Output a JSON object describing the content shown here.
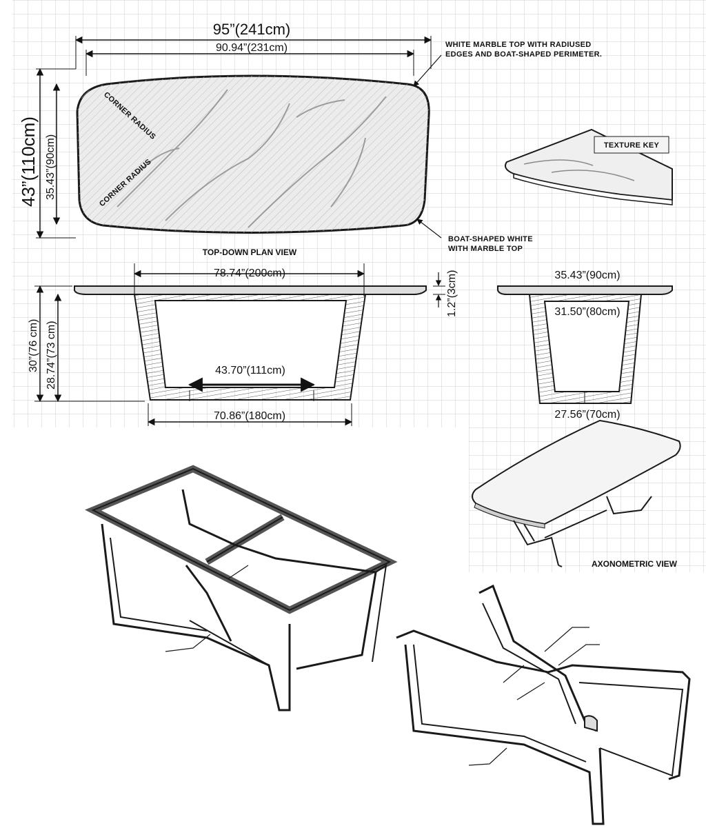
{
  "plan_view": {
    "overall_length": "95”(241cm)",
    "top_length": "90.94”(231cm)",
    "overall_width": "43”(110cm)",
    "top_width": "35.43”(90cm)",
    "corner_radius_1": "CORNER RADIUS",
    "corner_radius_2": "CORNER RADIUS",
    "callout_top": [
      "WHITE MARBLE TOP WITH RADIUSED",
      "EDGES AND BOAT-SHAPED PERIMETER."
    ],
    "callout_bottom": [
      "BOAT-SHAPED WHITE",
      "WITH MARBLE TOP"
    ],
    "title": "TOP-DOWN PLAN VIEW"
  },
  "texture_key": {
    "label": "TEXTURE KEY"
  },
  "front_elevation": {
    "base_length": "78.74”(200cm)",
    "top_thickness": "1.2”(3cm)",
    "overall_height": "30”(76 cm)",
    "base_height": "28.74”(73 cm)",
    "inner_span": "43.70”(111cm)",
    "foot_span": "70.86”(180cm)"
  },
  "side_elevation": {
    "top_depth": "35.43”(90cm)",
    "inner_width": "31.50”(80cm)",
    "foot_width": "27.56”(70cm)"
  },
  "axonometric": {
    "title": "AXONOMETRIC VIEW"
  },
  "colors": {
    "line": "#1a1a1a",
    "grid": "#c8c8c8",
    "marble": "#e9e9e9",
    "wood": "#2a2a2a"
  }
}
